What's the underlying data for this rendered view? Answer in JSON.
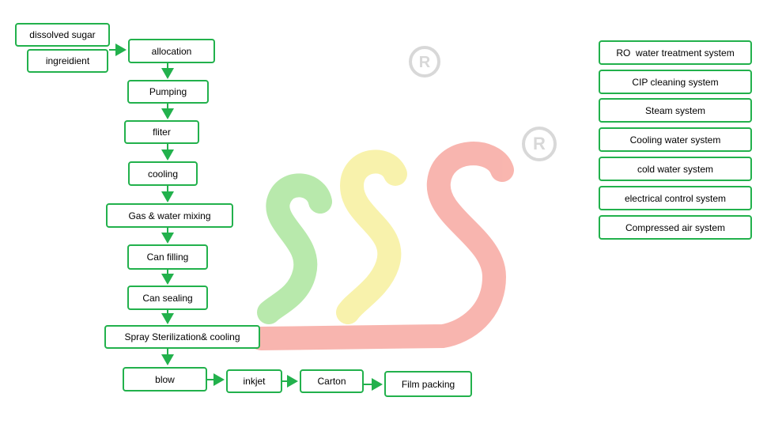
{
  "colors": {
    "box_border": "#22b14c",
    "arrow": "#22b14c",
    "text": "#000000",
    "watermark_green": "#7fd86a",
    "watermark_yellow": "#f3e96a",
    "watermark_red": "#f47a6e",
    "watermark_mark": "#d8d8d8"
  },
  "process_flow": {
    "steps": [
      {
        "id": "dissolved_sugar",
        "label": "dissolved sugar"
      },
      {
        "id": "ingredient",
        "label": "ingreidient"
      },
      {
        "id": "allocation",
        "label": "allocation"
      },
      {
        "id": "pumping",
        "label": "Pumping"
      },
      {
        "id": "filter",
        "label": "fliter"
      },
      {
        "id": "cooling",
        "label": "cooling"
      },
      {
        "id": "gas_water_mixing",
        "label": "Gas & water mixing"
      },
      {
        "id": "can_filling",
        "label": "Can filling"
      },
      {
        "id": "can_sealing",
        "label": "Can sealing"
      },
      {
        "id": "spray_sterilization",
        "label": "Spray Sterilization& cooling"
      },
      {
        "id": "blow",
        "label": "blow"
      },
      {
        "id": "inkjet",
        "label": "inkjet"
      },
      {
        "id": "carton",
        "label": "Carton"
      },
      {
        "id": "film_packing",
        "label": "Film packing"
      }
    ],
    "edges": [
      [
        "ingredient",
        "allocation"
      ],
      [
        "allocation",
        "pumping"
      ],
      [
        "pumping",
        "filter"
      ],
      [
        "filter",
        "cooling"
      ],
      [
        "cooling",
        "gas_water_mixing"
      ],
      [
        "gas_water_mixing",
        "can_filling"
      ],
      [
        "can_filling",
        "can_sealing"
      ],
      [
        "can_sealing",
        "spray_sterilization"
      ],
      [
        "spray_sterilization",
        "blow"
      ],
      [
        "blow",
        "inkjet"
      ],
      [
        "inkjet",
        "carton"
      ],
      [
        "carton",
        "film_packing"
      ]
    ]
  },
  "auxiliary_systems": [
    {
      "id": "ro_water",
      "label": "RO  water treatment system"
    },
    {
      "id": "cip",
      "label": "CIP cleaning system"
    },
    {
      "id": "steam",
      "label": "Steam system"
    },
    {
      "id": "cooling_water",
      "label": "Cooling water system"
    },
    {
      "id": "cold_water",
      "label": "cold water system"
    },
    {
      "id": "electrical",
      "label": "electrical control system"
    },
    {
      "id": "compressed_air",
      "label": "Compressed air system"
    }
  ]
}
